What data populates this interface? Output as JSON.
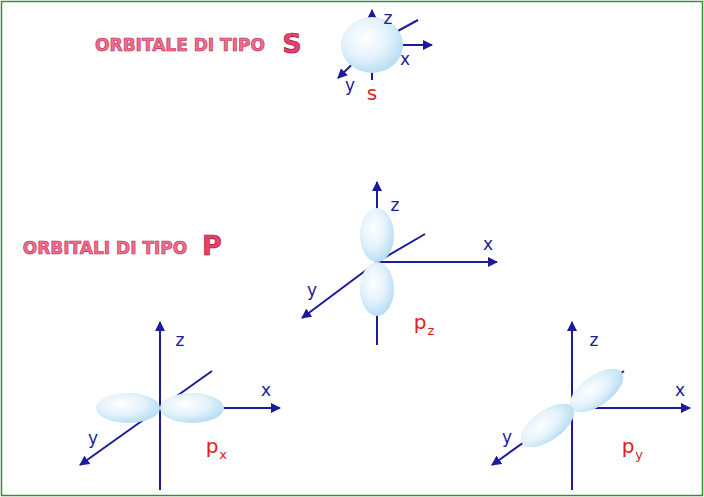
{
  "diagram": {
    "labels": [
      "ORBITALE DI TIPO",
      "S",
      "z",
      "x",
      "y",
      "s",
      "ORBITALI DI TIPO",
      "P",
      "z",
      "x",
      "y",
      "p",
      "z",
      "z",
      "x",
      "y",
      "p",
      "x",
      "z",
      "x",
      "y",
      "p",
      "y"
    ]
  }
}
